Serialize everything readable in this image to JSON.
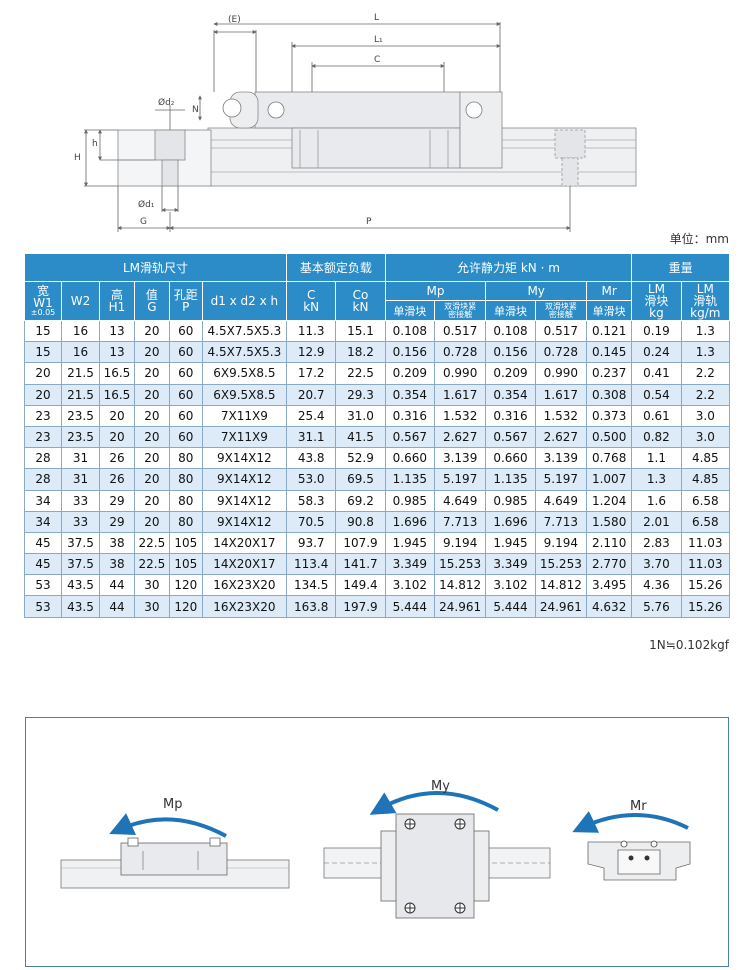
{
  "drawing": {
    "dims": {
      "E": "(E)",
      "L": "L",
      "L1": "L₁",
      "C": "C",
      "N": "N",
      "H": "H",
      "h": "h",
      "d2": "Ød₂",
      "d1": "Ød₁",
      "G": "G",
      "P": "P"
    }
  },
  "unit_label": "单位：mm",
  "table": {
    "groups": {
      "rail": "LM滑轨尺寸",
      "load": "基本额定负载",
      "moment": "允许静力矩 kN · m",
      "weight": "重量"
    },
    "cols": {
      "w1_top": "宽",
      "w1_mid": "W1",
      "w1_bot": "±0.05",
      "w2": "W2",
      "h1_top": "高",
      "h1_bot": "H1",
      "g_top": "值",
      "g_bot": "G",
      "p_top": "孔距",
      "p_bot": "P",
      "dims": "d1 x d2 x h",
      "c_top": "C",
      "c_bot": "kN",
      "co_top": "Co",
      "co_bot": "kN",
      "mp": "Mp",
      "my": "My",
      "mr": "Mr",
      "single": "单滑块",
      "double_top": "双滑块紧",
      "double_bot": "密接触",
      "lm_block_top": "LM",
      "lm_block_mid": "滑块",
      "lm_block_bot": "kg",
      "lm_rail_top": "LM",
      "lm_rail_mid": "滑轨",
      "lm_rail_bot": "kg/m"
    },
    "rows": [
      [
        "15",
        "16",
        "13",
        "20",
        "60",
        "4.5X7.5X5.3",
        "11.3",
        "15.1",
        "0.108",
        "0.517",
        "0.108",
        "0.517",
        "0.121",
        "0.19",
        "1.3"
      ],
      [
        "15",
        "16",
        "13",
        "20",
        "60",
        "4.5X7.5X5.3",
        "12.9",
        "18.2",
        "0.156",
        "0.728",
        "0.156",
        "0.728",
        "0.145",
        "0.24",
        "1.3"
      ],
      [
        "20",
        "21.5",
        "16.5",
        "20",
        "60",
        "6X9.5X8.5",
        "17.2",
        "22.5",
        "0.209",
        "0.990",
        "0.209",
        "0.990",
        "0.237",
        "0.41",
        "2.2"
      ],
      [
        "20",
        "21.5",
        "16.5",
        "20",
        "60",
        "6X9.5X8.5",
        "20.7",
        "29.3",
        "0.354",
        "1.617",
        "0.354",
        "1.617",
        "0.308",
        "0.54",
        "2.2"
      ],
      [
        "23",
        "23.5",
        "20",
        "20",
        "60",
        "7X11X9",
        "25.4",
        "31.0",
        "0.316",
        "1.532",
        "0.316",
        "1.532",
        "0.373",
        "0.61",
        "3.0"
      ],
      [
        "23",
        "23.5",
        "20",
        "20",
        "60",
        "7X11X9",
        "31.1",
        "41.5",
        "0.567",
        "2.627",
        "0.567",
        "2.627",
        "0.500",
        "0.82",
        "3.0"
      ],
      [
        "28",
        "31",
        "26",
        "20",
        "80",
        "9X14X12",
        "43.8",
        "52.9",
        "0.660",
        "3.139",
        "0.660",
        "3.139",
        "0.768",
        "1.1",
        "4.85"
      ],
      [
        "28",
        "31",
        "26",
        "20",
        "80",
        "9X14X12",
        "53.0",
        "69.5",
        "1.135",
        "5.197",
        "1.135",
        "5.197",
        "1.007",
        "1.3",
        "4.85"
      ],
      [
        "34",
        "33",
        "29",
        "20",
        "80",
        "9X14X12",
        "58.3",
        "69.2",
        "0.985",
        "4.649",
        "0.985",
        "4.649",
        "1.204",
        "1.6",
        "6.58"
      ],
      [
        "34",
        "33",
        "29",
        "20",
        "80",
        "9X14X12",
        "70.5",
        "90.8",
        "1.696",
        "7.713",
        "1.696",
        "7.713",
        "1.580",
        "2.01",
        "6.58"
      ],
      [
        "45",
        "37.5",
        "38",
        "22.5",
        "105",
        "14X20X17",
        "93.7",
        "107.9",
        "1.945",
        "9.194",
        "1.945",
        "9.194",
        "2.110",
        "2.83",
        "11.03"
      ],
      [
        "45",
        "37.5",
        "38",
        "22.5",
        "105",
        "14X20X17",
        "113.4",
        "141.7",
        "3.349",
        "15.253",
        "3.349",
        "15.253",
        "2.770",
        "3.70",
        "11.03"
      ],
      [
        "53",
        "43.5",
        "44",
        "30",
        "120",
        "16X23X20",
        "134.5",
        "149.4",
        "3.102",
        "14.812",
        "3.102",
        "14.812",
        "3.495",
        "4.36",
        "15.26"
      ],
      [
        "53",
        "43.5",
        "44",
        "30",
        "120",
        "16X23X20",
        "163.8",
        "197.9",
        "5.444",
        "24.961",
        "5.444",
        "24.961",
        "4.632",
        "5.76",
        "15.26"
      ]
    ]
  },
  "conversion_note": "1N≒0.102kgf",
  "moments": {
    "mp": "Mp",
    "my": "My",
    "mr": "Mr"
  },
  "colors": {
    "header_blue": "#2b8cc8",
    "row_stripe": "#dcebf7",
    "arrow_blue": "#1f73b7"
  }
}
